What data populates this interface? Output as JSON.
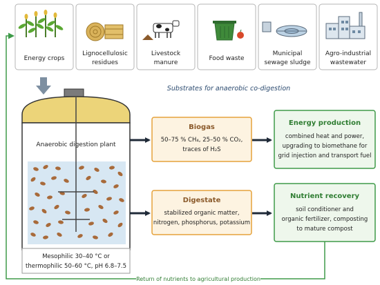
{
  "substrates": {
    "items": [
      {
        "line1": "Energy crops",
        "line2": "",
        "icon": "energy-crops-icon"
      },
      {
        "line1": "Lignocellulosic",
        "line2": "residues",
        "icon": "straw-bale-icon"
      },
      {
        "line1": "Livestock",
        "line2": "manure",
        "icon": "cow-icon"
      },
      {
        "line1": "Food waste",
        "line2": "",
        "icon": "waste-bin-icon"
      },
      {
        "line1": "Municipal",
        "line2": "sewage sludge",
        "icon": "treatment-plant-icon"
      },
      {
        "line1": "Agro-industrial",
        "line2": "wastewater",
        "icon": "factory-icon"
      }
    ],
    "caption": "Substrates for anaerobic co-digestion"
  },
  "digester": {
    "label": "Anaerobic digestion plant",
    "conditions_line1": "Mesophilic 30–40 °C or",
    "conditions_line2": "thermophilic 50–60 °C, pH 6.8–7.5"
  },
  "biogas": {
    "title": "Biogas",
    "line1": "50–75 % CH₄, 25–50 % CO₂,",
    "line2": "traces of H₂S"
  },
  "digestate": {
    "title": "Digestate",
    "line1": "stabilized organic matter,",
    "line2": "nitrogen, phosphorus, potassium"
  },
  "energy": {
    "title": "Energy production",
    "line1": "combined heat and power,",
    "line2": "upgrading to biomethane for",
    "line3": "grid injection and transport fuel"
  },
  "nutrient": {
    "title": "Nutrient recovery",
    "line1": "soil conditioner and",
    "line2": "organic fertilizer, composting",
    "line3": "to mature compost"
  },
  "return_label": "Return of nutrients to agricultural production",
  "colors": {
    "orange": "#e5a23b",
    "orange_fill": "#fdf3e1",
    "green": "#3e9a48",
    "green_fill": "#eef7ec",
    "green_text": "#2f7d32",
    "brown": "#8b5a2b",
    "caption": "#2b4a6f"
  }
}
